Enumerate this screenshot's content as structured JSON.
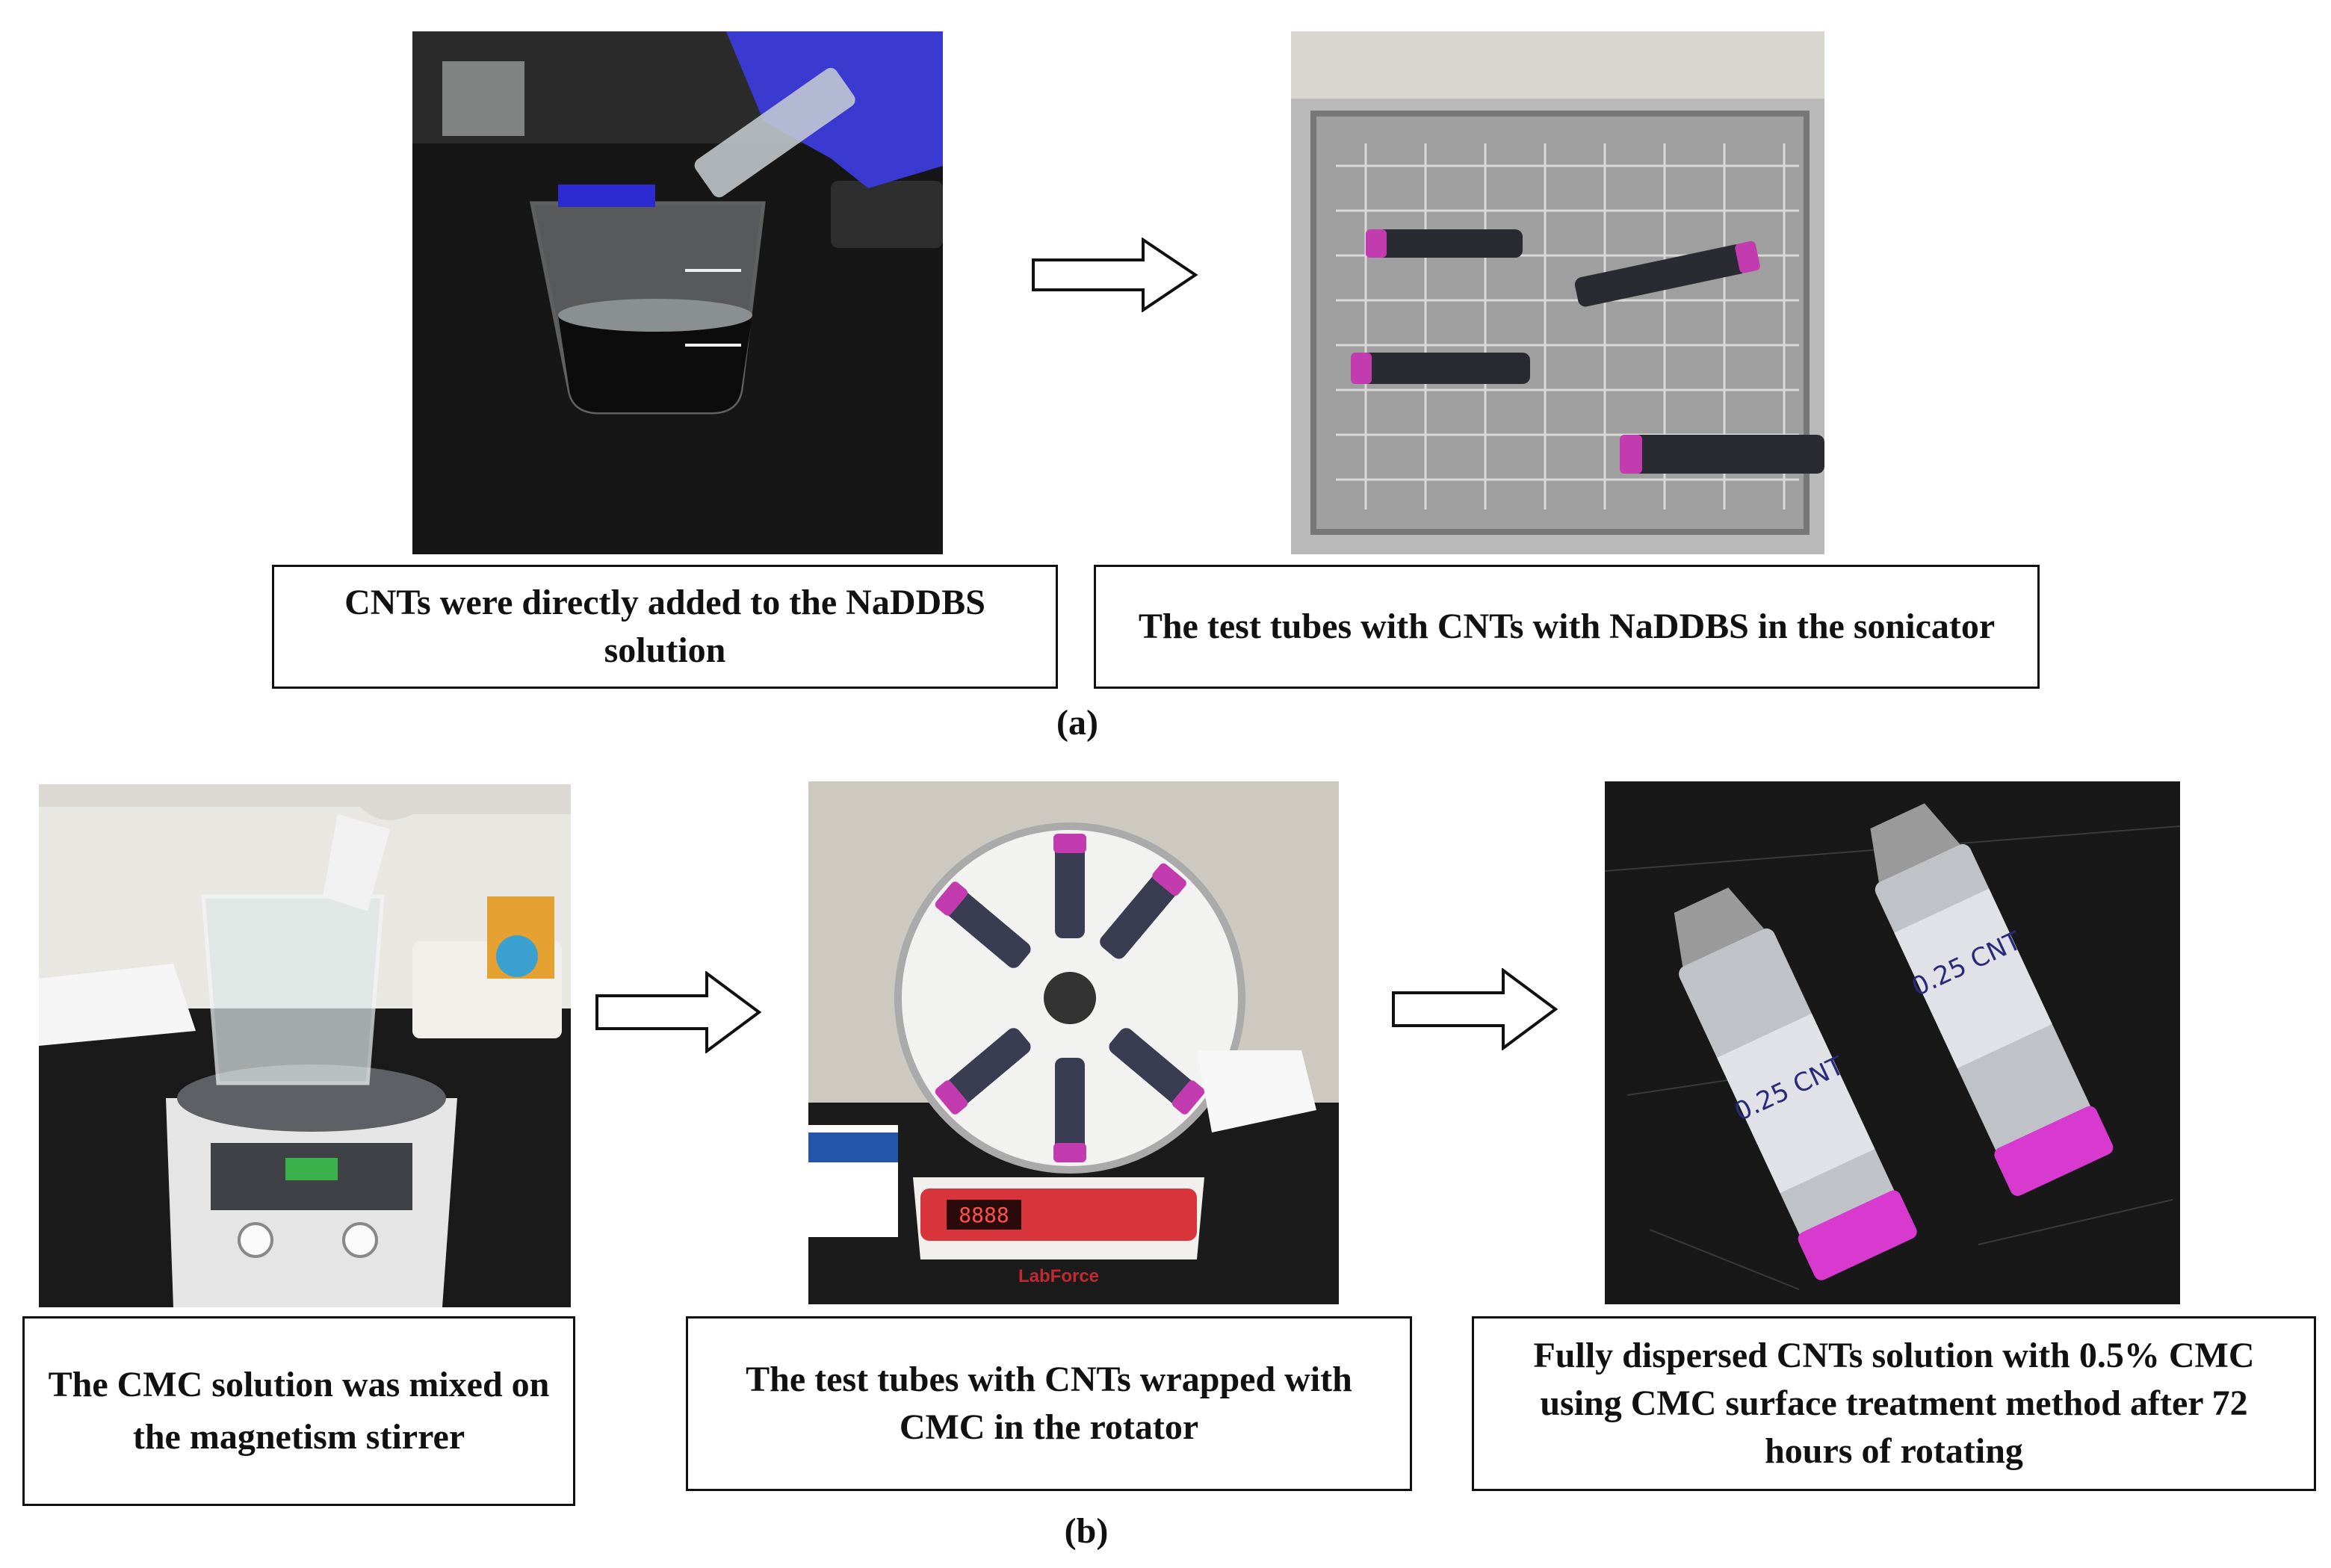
{
  "panel_a": {
    "label": "(a)",
    "step1": {
      "caption": "CNTs were directly added to the NaDDBS solution"
    },
    "step2": {
      "caption": "The test tubes with CNTs with NaDDBS in the sonicator"
    }
  },
  "panel_b": {
    "label": "(b)",
    "step1": {
      "caption": "The CMC solution was mixed on the magnetism stirrer"
    },
    "step2": {
      "caption": "The test tubes with CNTs wrapped with CMC in the rotator"
    },
    "step3": {
      "caption": "Fully dispersed CNTs solution with 0.5% CMC using CMC surface treatment method after 72 hours of rotating"
    }
  },
  "photo_text": {
    "rotator_brand": "LabForce",
    "rotator_display": "8888",
    "tube_label_1": "0.25 CNT",
    "tube_label_2": "0.25 CNT"
  },
  "colors": {
    "border": "#111111",
    "tube_cap": "#c23cb0",
    "bench": "#1c1c1c",
    "glove": "#3a3ad0"
  }
}
